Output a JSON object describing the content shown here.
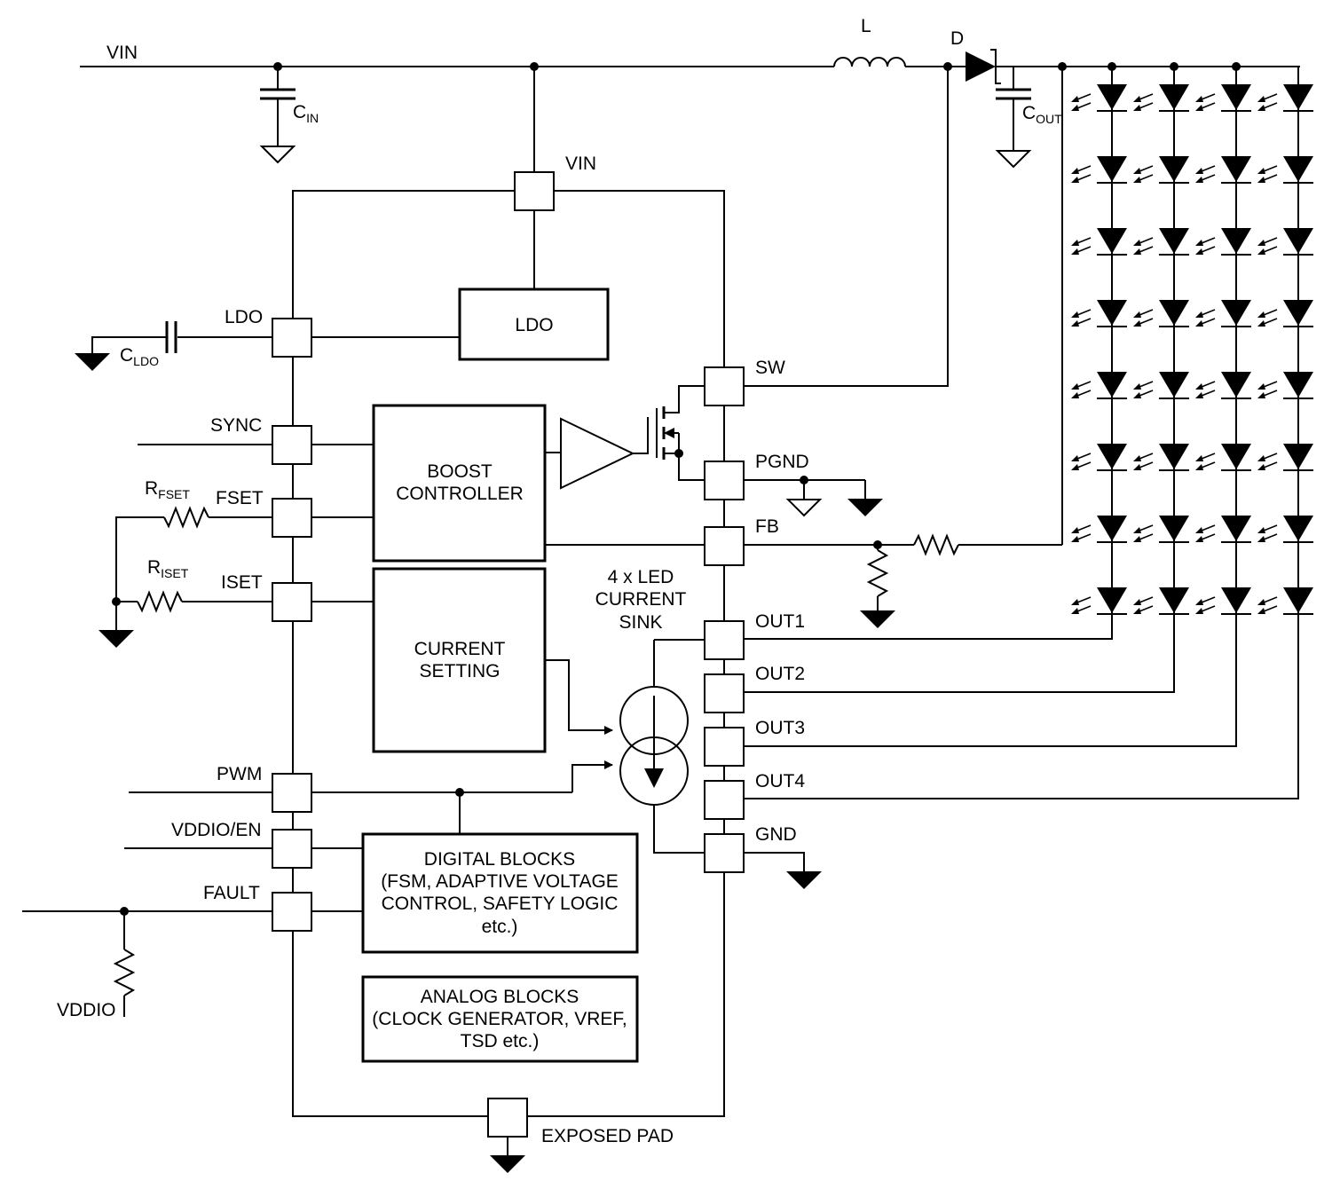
{
  "labels": {
    "vin_rail": "VIN",
    "inductor": "L",
    "diode": "D",
    "cin": "C",
    "cin_sub": "IN",
    "cout": "C",
    "cout_sub": "OUT",
    "cldo": "C",
    "cldo_sub": "LDO",
    "rfset": "R",
    "rfset_sub": "FSET",
    "riset": "R",
    "riset_sub": "ISET",
    "vddio": "VDDIO",
    "sink": [
      "4 x LED",
      "CURRENT",
      "SINK"
    ]
  },
  "pins": {
    "vin": "VIN",
    "ldo": "LDO",
    "sync": "SYNC",
    "fset": "FSET",
    "iset": "ISET",
    "pwm": "PWM",
    "vddio_en": "VDDIO/EN",
    "fault": "FAULT",
    "sw": "SW",
    "pgnd": "PGND",
    "fb": "FB",
    "out1": "OUT1",
    "out2": "OUT2",
    "out3": "OUT3",
    "out4": "OUT4",
    "gnd": "GND",
    "exposed_pad": "EXPOSED PAD"
  },
  "blocks": {
    "ldo": [
      "LDO"
    ],
    "boost": [
      "BOOST",
      "CONTROLLER"
    ],
    "current": [
      "CURRENT",
      "SETTING"
    ],
    "digital": [
      "DIGITAL BLOCKS",
      "(FSM, ADAPTIVE VOLTAGE",
      "CONTROL, SAFETY LOGIC",
      "etc.)"
    ],
    "analog": [
      "ANALOG BLOCKS",
      "(CLOCK GENERATOR, VREF,",
      "TSD etc.)"
    ]
  },
  "led_array": {
    "strings": 4,
    "leds_per_string": 8
  }
}
